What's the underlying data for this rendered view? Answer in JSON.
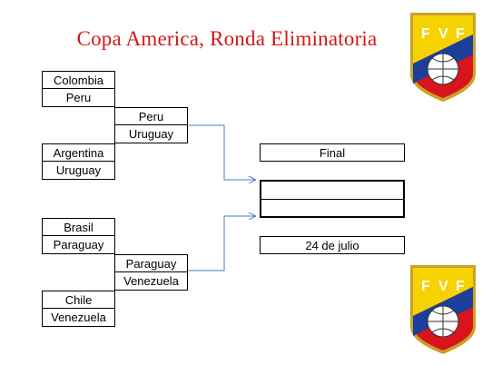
{
  "title": "Copa America, Ronda Eliminatoria",
  "quarterfinals": [
    {
      "team1": "Colombia",
      "team2": "Peru"
    },
    {
      "team1": "Argentina",
      "team2": "Uruguay"
    },
    {
      "team1": "Brasil",
      "team2": "Paraguay"
    },
    {
      "team1": "Chile",
      "team2": "Venezuela"
    }
  ],
  "semifinals": [
    {
      "team1": "Peru",
      "team2": "Uruguay"
    },
    {
      "team1": "Paraguay",
      "team2": "Venezuela"
    }
  ],
  "final": {
    "label": "Final",
    "team1": "",
    "team2": "",
    "date": "24 de julio"
  },
  "logo": {
    "letters": [
      "F",
      "V",
      "F"
    ],
    "colors": {
      "yellow": "#f6d300",
      "blue": "#1b3f9a",
      "red": "#d8141c",
      "gold": "#c9a227"
    }
  },
  "connector_color": "#4a7fc1"
}
